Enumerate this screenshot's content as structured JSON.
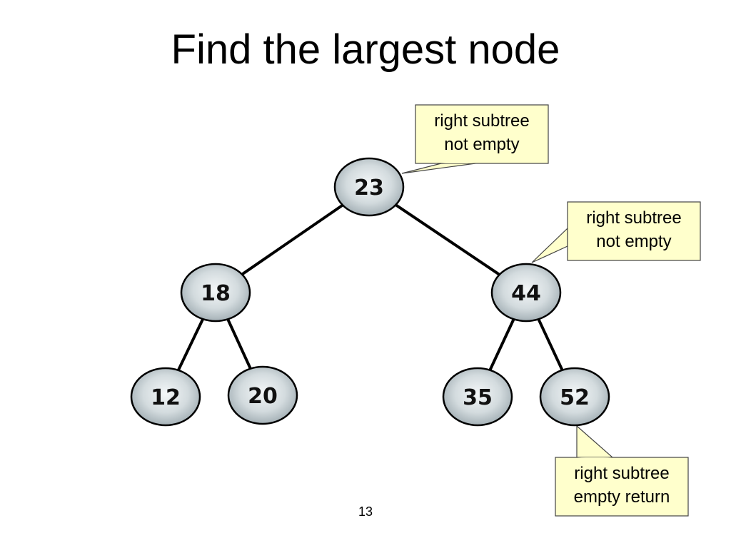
{
  "title": "Find the largest node",
  "page_number": "13",
  "colors": {
    "edge": "#000000",
    "node_fill_light": "#f4f7f8",
    "node_fill_dark": "#9aa7ad",
    "node_stroke": "#000000",
    "node_text": "#111111",
    "callout_fill": "#ffffcc",
    "callout_stroke": "#444444"
  },
  "tree": {
    "nodes": [
      {
        "id": "n23",
        "label": "23"
      },
      {
        "id": "n18",
        "label": "18"
      },
      {
        "id": "n44",
        "label": "44"
      },
      {
        "id": "n12",
        "label": "12"
      },
      {
        "id": "n20",
        "label": "20"
      },
      {
        "id": "n35",
        "label": "35"
      },
      {
        "id": "n52",
        "label": "52"
      }
    ],
    "edges": [
      {
        "from": "n23",
        "to": "n18"
      },
      {
        "from": "n23",
        "to": "n44"
      },
      {
        "from": "n18",
        "to": "n12"
      },
      {
        "from": "n18",
        "to": "n20"
      },
      {
        "from": "n44",
        "to": "n35"
      },
      {
        "from": "n44",
        "to": "n52"
      }
    ]
  },
  "callouts": [
    {
      "id": "c1",
      "target": "n23",
      "lines": [
        "right subtree",
        "not empty"
      ]
    },
    {
      "id": "c2",
      "target": "n44",
      "lines": [
        "right subtree",
        "not empty"
      ]
    },
    {
      "id": "c3",
      "target": "n52",
      "lines": [
        "right subtree",
        "empty return"
      ]
    }
  ]
}
